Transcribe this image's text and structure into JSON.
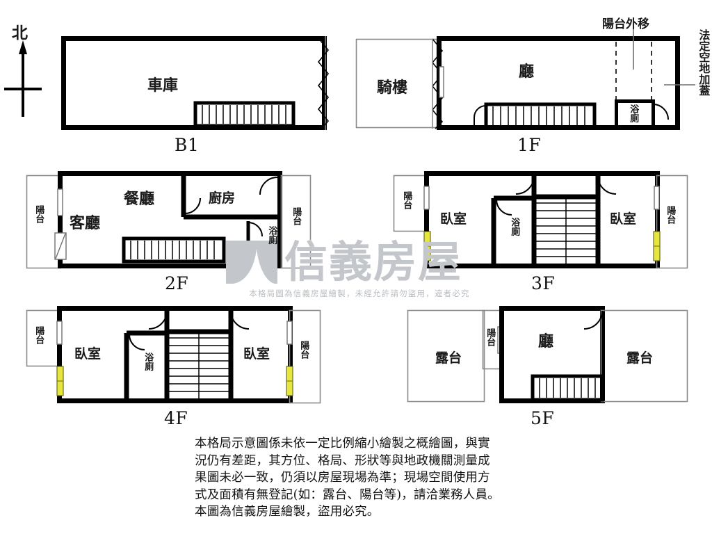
{
  "compass": {
    "label": "北",
    "icon": "north-arrow-icon"
  },
  "annotations": {
    "balcony_moved": "陽台外移",
    "legal_space_cover": "法定空地加蓋"
  },
  "floors": [
    {
      "id": "b1",
      "label": "B1",
      "rooms": [
        {
          "name": "車庫",
          "role": "garage"
        }
      ],
      "features": [
        "stairs",
        "zigzag-right-edge"
      ]
    },
    {
      "id": "1f",
      "label": "1F",
      "rooms": [
        {
          "name": "騎樓",
          "role": "arcade"
        },
        {
          "name": "廳",
          "role": "hall"
        },
        {
          "name": "浴廁",
          "role": "bathroom"
        }
      ],
      "features": [
        "stairs",
        "zigzag-left-edge",
        "balcony-moved-dashed"
      ]
    },
    {
      "id": "2f",
      "label": "2F",
      "rooms": [
        {
          "name": "陽台",
          "role": "balcony-left"
        },
        {
          "name": "客廳",
          "role": "living-room"
        },
        {
          "name": "餐廳",
          "role": "dining-room"
        },
        {
          "name": "廚房",
          "role": "kitchen"
        },
        {
          "name": "浴廁",
          "role": "bathroom"
        },
        {
          "name": "陽台",
          "role": "balcony-right"
        }
      ],
      "features": [
        "stairs"
      ]
    },
    {
      "id": "3f",
      "label": "3F",
      "rooms": [
        {
          "name": "陽台",
          "role": "balcony-left"
        },
        {
          "name": "臥室",
          "role": "bedroom-left"
        },
        {
          "name": "浴廁",
          "role": "bathroom"
        },
        {
          "name": "臥室",
          "role": "bedroom-right"
        },
        {
          "name": "陽台",
          "role": "balcony-right"
        }
      ],
      "features": [
        "stairs",
        "yellow-window-markers"
      ]
    },
    {
      "id": "4f",
      "label": "4F",
      "rooms": [
        {
          "name": "陽台",
          "role": "balcony-left"
        },
        {
          "name": "臥室",
          "role": "bedroom-left"
        },
        {
          "name": "浴廁",
          "role": "bathroom"
        },
        {
          "name": "臥室",
          "role": "bedroom-right"
        },
        {
          "name": "陽台",
          "role": "balcony-right"
        }
      ],
      "features": [
        "stairs",
        "yellow-window-markers"
      ]
    },
    {
      "id": "5f",
      "label": "5F",
      "rooms": [
        {
          "name": "露台",
          "role": "terrace-left"
        },
        {
          "name": "陽台",
          "role": "balcony"
        },
        {
          "name": "廳",
          "role": "hall"
        },
        {
          "name": "露台",
          "role": "terrace-right"
        }
      ],
      "features": [
        "stairs"
      ]
    }
  ],
  "watermark": {
    "brand": "信義房屋",
    "logo": "sinyi-logo-icon",
    "subtext": "本格局圖為信義房屋繪製，未經允許請勿盜用，違者必究"
  },
  "disclaimer": {
    "line1": "本格局示意圖係未依一定比例縮小繪製之概繪圖，與實",
    "line2": "況仍有差距，其方位、格局、形狀等與地政機關測量成",
    "line3": "果圖未必一致，仍須以房屋現場為準；現場空間使用方",
    "line4": "式及面積有無登記(如：露台、陽台等)，請洽業務人員。",
    "line5": "本圖為信義房屋繪製，盜用必究。"
  },
  "colors": {
    "wall": "#000000",
    "thin_line": "#8a8a8a",
    "window_yellow": "#e6e63c",
    "watermark_gray": "#c3c7cb",
    "background": "#ffffff"
  }
}
